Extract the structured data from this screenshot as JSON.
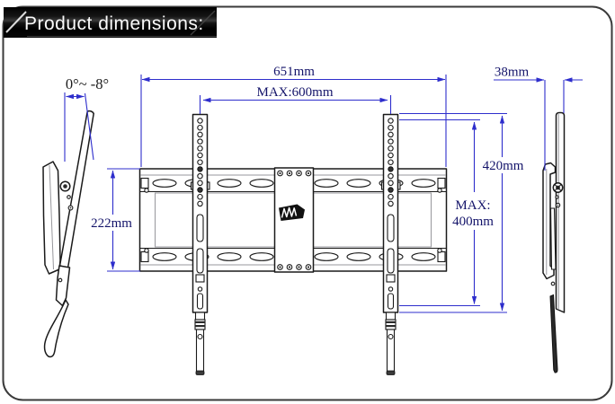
{
  "banner": {
    "title": "Product dimensions:"
  },
  "labels": {
    "tilt_angle": "0°~ -8°",
    "overall_width": "651mm",
    "max_hole_width": "MAX:600mm",
    "plate_height": "222mm",
    "rail_height": "420mm",
    "max_hole_height_line1": "MAX:",
    "max_hole_height_line2": "400mm",
    "depth": "38mm"
  },
  "colors": {
    "dimension_line": "#2e2ecc",
    "dimension_text": "#14146a",
    "drawing_line": "#1a1a1a",
    "banner_background": "#000000",
    "banner_text": "#fafafa",
    "page_border": "#3a3a3a"
  },
  "icons": {
    "brand_logo": "mounting-bracket-brand-logo"
  }
}
